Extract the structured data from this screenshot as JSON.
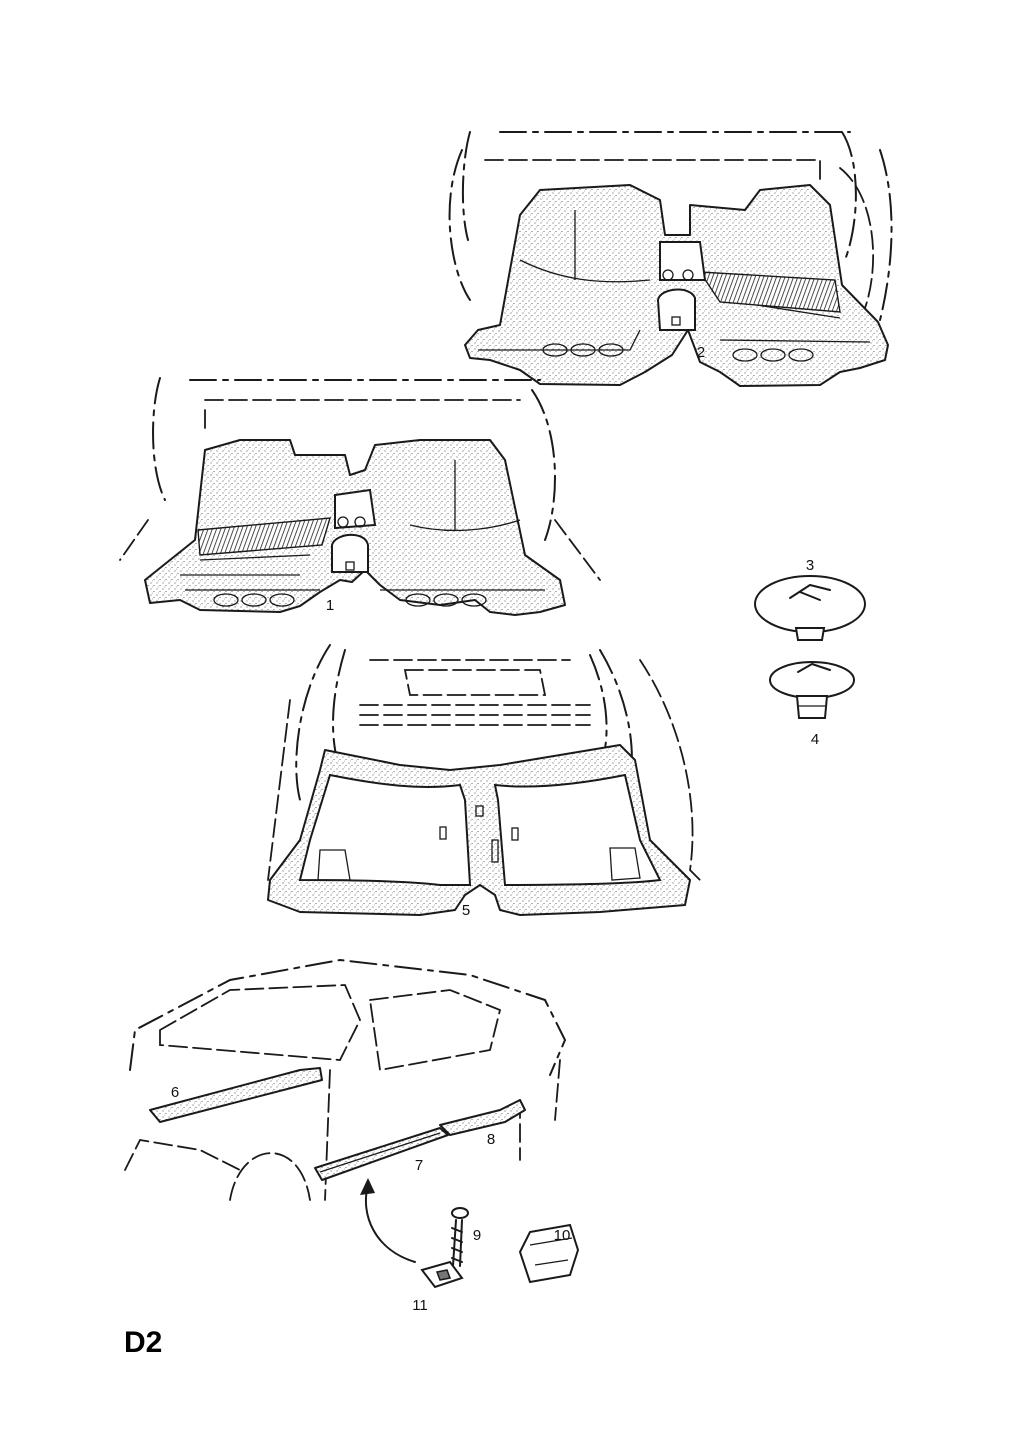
{
  "page_code": "D2",
  "callouts": {
    "c1": "1",
    "c2": "2",
    "c3": "3",
    "c4": "4",
    "c5": "5",
    "c6": "6",
    "c7": "7",
    "c8": "8",
    "c9": "9",
    "c10": "10",
    "c11": "11"
  }
}
